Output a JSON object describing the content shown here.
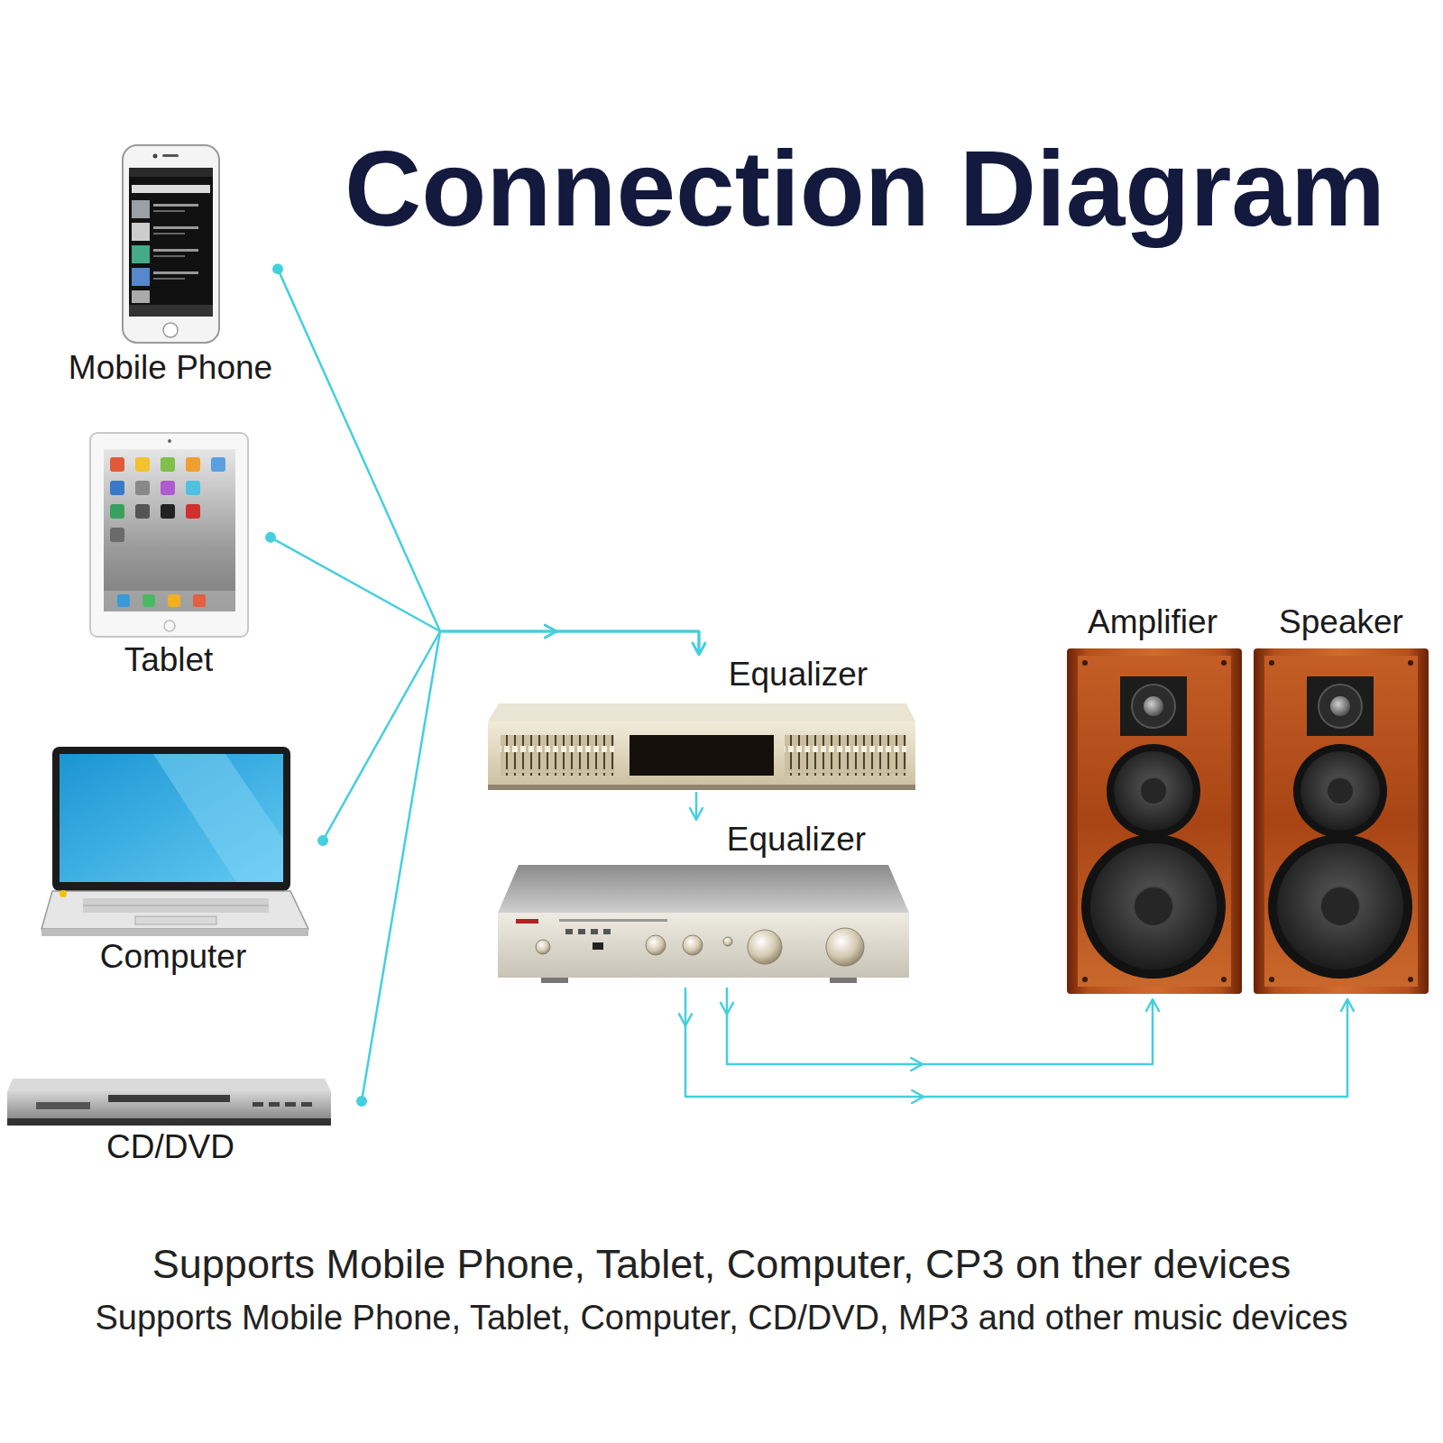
{
  "diagram": {
    "title": "Connection Diagram",
    "caption": "Supports Mobile Phone, Tablet, Computer, CD/DVD, MP3 and other music devices",
    "nodes": [
      {
        "text": [
          "Mobile Phone"
        ]
      },
      {
        "text": [
          "Tablet"
        ]
      },
      {
        "text": [
          "Computer"
        ]
      },
      {
        "text": [
          "CD/DVD"
        ]
      },
      {
        "text": [
          "Equalizer"
        ]
      },
      {
        "text": [
          "Equalizer"
        ]
      },
      {
        "text": [
          "Amplifier"
        ]
      },
      {
        "text": [
          "Speaker"
        ]
      }
    ],
    "edges": [
      {
        "from": 0,
        "to": 4,
        "arrow": "to"
      },
      {
        "from": 1,
        "to": 4,
        "arrow": "to"
      },
      {
        "from": 2,
        "to": 4,
        "arrow": "to"
      },
      {
        "from": 3,
        "to": 4,
        "arrow": "to"
      },
      {
        "from": 4,
        "to": 5,
        "arrow": "to"
      },
      {
        "from": 5,
        "to": 6,
        "arrow": "to"
      },
      {
        "from": 5,
        "to": 7,
        "arrow": "to"
      }
    ],
    "labels": [
      "Supports Mobile Phone, Tablet, Computer, CP3 on ther devices"
    ]
  }
}
